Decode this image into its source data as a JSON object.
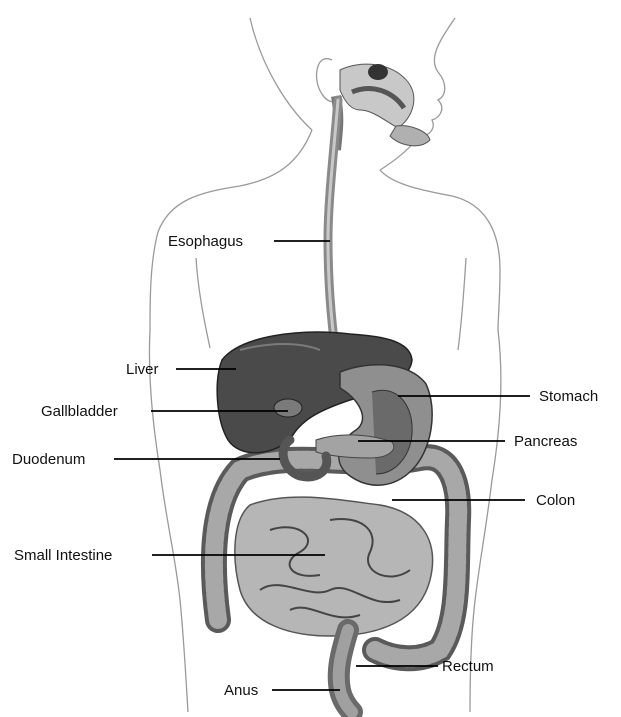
{
  "labels": {
    "esophagus": "Esophagus",
    "liver": "Liver",
    "gallbladder": "Gallbladder",
    "duodenum": "Duodenum",
    "small_intestine": "Small Intestine",
    "anus": "Anus",
    "stomach": "Stomach",
    "pancreas": "Pancreas",
    "colon": "Colon",
    "rectum": "Rectum"
  }
}
